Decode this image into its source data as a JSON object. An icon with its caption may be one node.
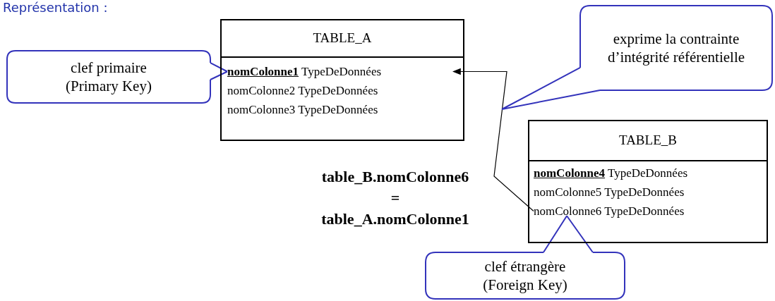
{
  "diagram": {
    "title": "Représentation :",
    "nodes": [
      {
        "text": [
          "clef primaire (Primary Key)"
        ]
      },
      {
        "text": [
          "TABLE_A"
        ]
      },
      {
        "text": [
          "**nomColonne1** TypeDeDonnées"
        ],
        "in": 1
      },
      {
        "text": [
          "nomColonne2 TypeDeDonnées"
        ],
        "in": 1
      },
      {
        "text": [
          "nomColonne3 TypeDeDonnées"
        ],
        "in": 1
      },
      {
        "text": [
          "exprime la contrainte d’intégrité référentielle"
        ]
      },
      {
        "text": [
          "TABLE_B"
        ]
      },
      {
        "text": [
          "**nomColonne4** TypeDeDonnées"
        ],
        "in": 6
      },
      {
        "text": [
          "nomColonne5 TypeDeDonnées"
        ],
        "in": 6
      },
      {
        "text": [
          "nomColonne6 TypeDeDonnées"
        ],
        "in": 6
      },
      {
        "text": [
          "clef étrangère (Foreign Key)"
        ]
      }
    ],
    "edges": [
      {
        "from": 9,
        "to": 2,
        "arrow": "to",
        "color": "#000000"
      },
      {
        "from": 0,
        "to": 2,
        "arrow": "none"
      },
      {
        "from": 5,
        "to": null,
        "arrow": "none"
      },
      {
        "from": 10,
        "to": 9,
        "arrow": "none"
      }
    ],
    "labels": [
      "table_B.nomColonne6",
      "=",
      "table_A.nomColonne1"
    ]
  }
}
